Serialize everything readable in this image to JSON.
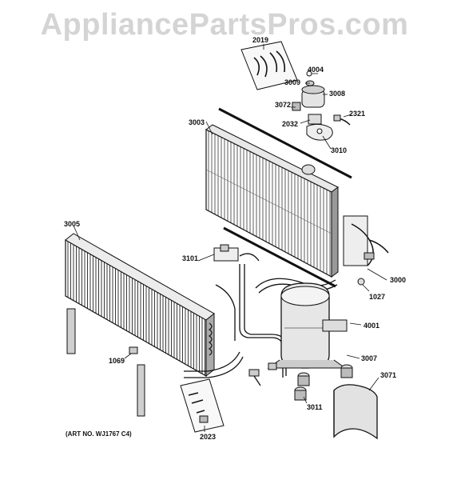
{
  "watermark": "AppliancePartsPros.com",
  "art_note": "(ART NO. WJ1767 C4)",
  "parts": {
    "p2019": "2019",
    "p4004": "4004",
    "p3009": "3009",
    "p3008": "3008",
    "p3072": "3072",
    "p2032": "2032",
    "p2321": "2321",
    "p3010": "3010",
    "p3003": "3003",
    "p3005": "3005",
    "p3101": "3101",
    "p3000": "3000",
    "p1027": "1027",
    "p4001": "4001",
    "p1069": "1069",
    "p3007": "3007",
    "p3071": "3071",
    "p3011": "3011",
    "p2023": "2023"
  }
}
